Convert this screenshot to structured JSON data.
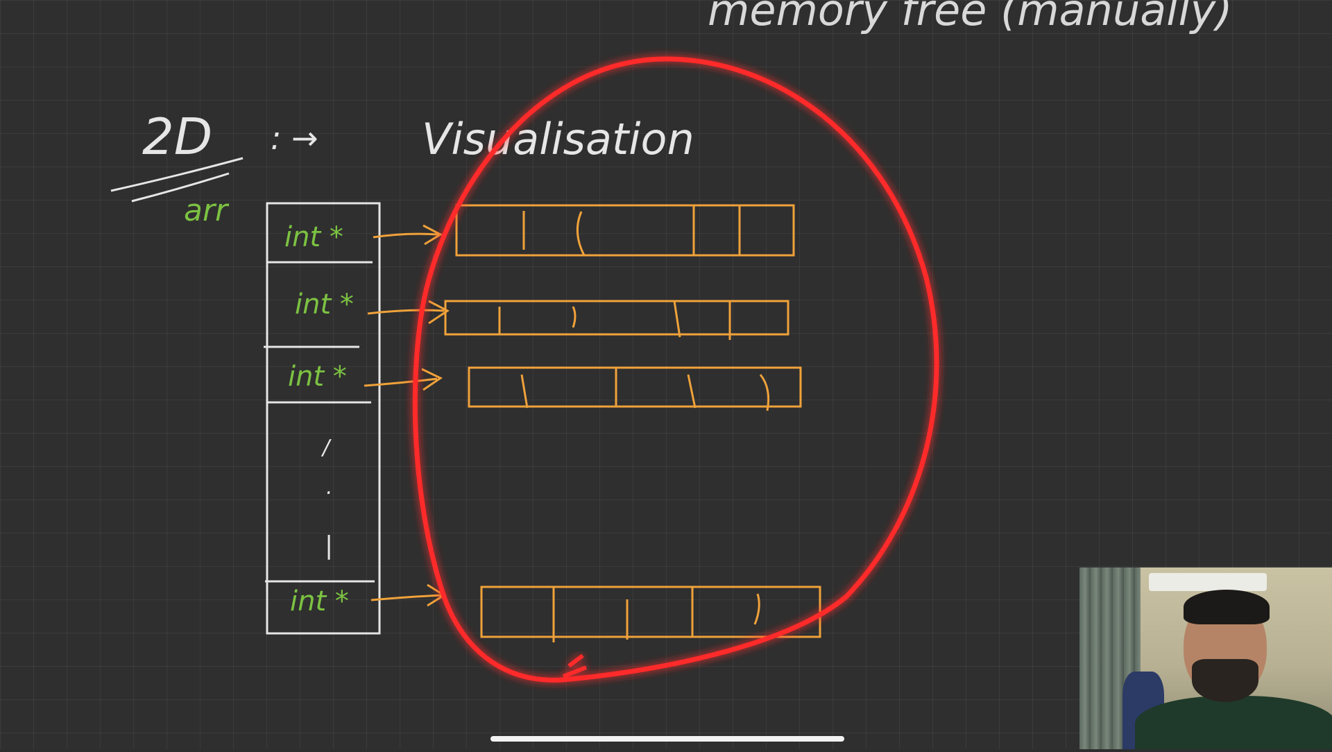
{
  "notes": {
    "header_partial": "memory free (manually)",
    "title_2d": "2D",
    "title_symbol": ": →",
    "subtitle": "Visualisation",
    "arr_label": "arr"
  },
  "pointer_cells": [
    "int *",
    "int *",
    "int *",
    "int *"
  ],
  "gap_marks": [
    "/",
    ".",
    "|"
  ],
  "rows": [
    {
      "row": 1,
      "dividers": 4
    },
    {
      "row": 2,
      "dividers": 4
    },
    {
      "row": 3,
      "dividers": 4
    },
    {
      "row": 4,
      "dividers": 4
    }
  ],
  "colors": {
    "chalk_white": "#e6e6e6",
    "pointer_green": "#7cc242",
    "array_orange": "#f0a23a",
    "highlight_red": "#ff2a2a",
    "board_bg": "#2f2f2f"
  }
}
